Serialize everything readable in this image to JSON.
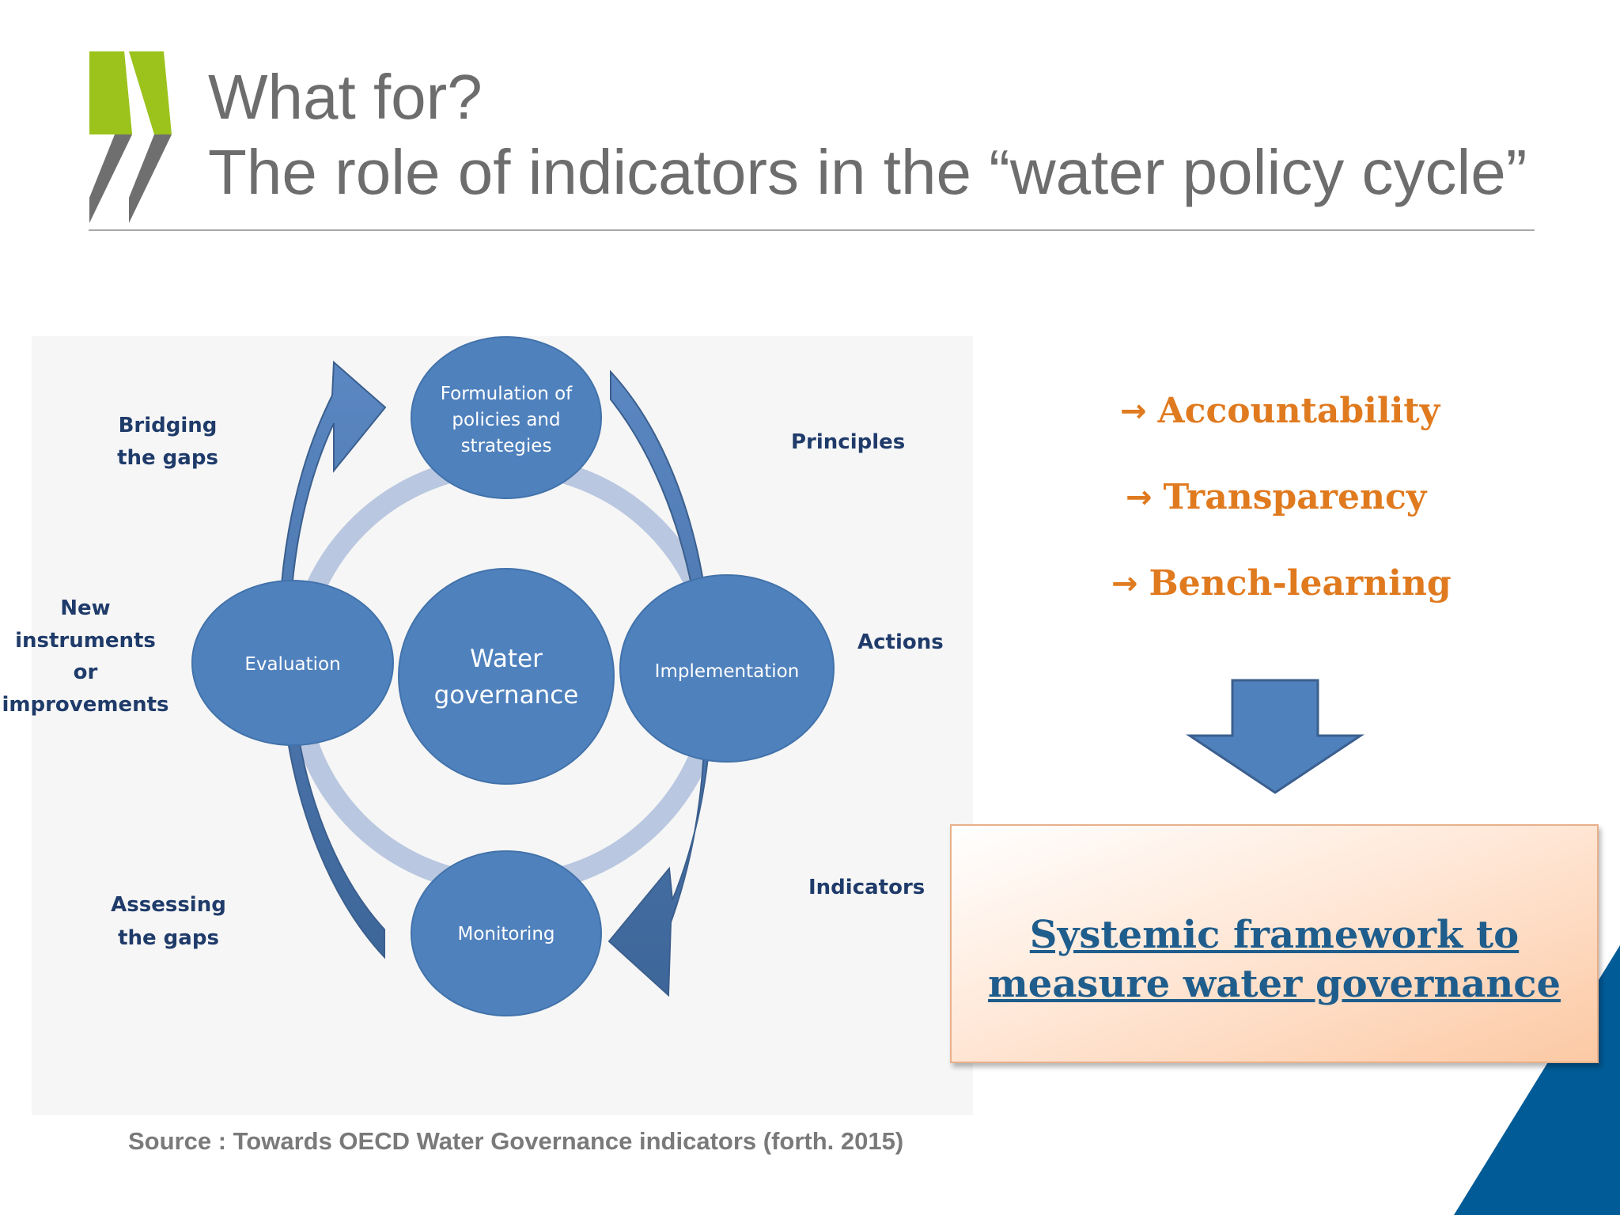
{
  "title": {
    "line1": "What for?",
    "line2": "The role of indicators in the  “water policy cycle”"
  },
  "logo": {
    "icon": "double-chevron-icon",
    "colors": [
      "#9bc31c",
      "#6f6f6f"
    ]
  },
  "diagram": {
    "center": {
      "line1": "Water",
      "line2": "governance"
    },
    "nodes": {
      "formulation": [
        "Formulation of",
        "policies and",
        "strategies"
      ],
      "implementation": "Implementation",
      "monitoring": "Monitoring",
      "evaluation": "Evaluation"
    },
    "labels": {
      "principles": "Principles",
      "actions": "Actions",
      "indicators": "Indicators",
      "bridging": [
        "Bridging",
        "the gaps"
      ],
      "new_instruments": [
        "New",
        "instruments",
        "or",
        "improvements"
      ],
      "assessing": [
        "Assessing",
        "the gaps"
      ]
    },
    "colors": {
      "node": "#4f81bd",
      "ring": "#b9c7e0",
      "arrow": "#4a78b3",
      "label": "#1f3b6a"
    }
  },
  "benefits": {
    "arrow": "→",
    "items": [
      "Accountability",
      "Transparency",
      "Bench-learning"
    ],
    "color": "#e07a1f"
  },
  "framework": {
    "line1": "Systemic framework to",
    "line2": "measure water governance"
  },
  "source": "Source : Towards OECD Water Governance indicators (forth. 2015)",
  "accent": {
    "corner_color": "#005b96"
  }
}
